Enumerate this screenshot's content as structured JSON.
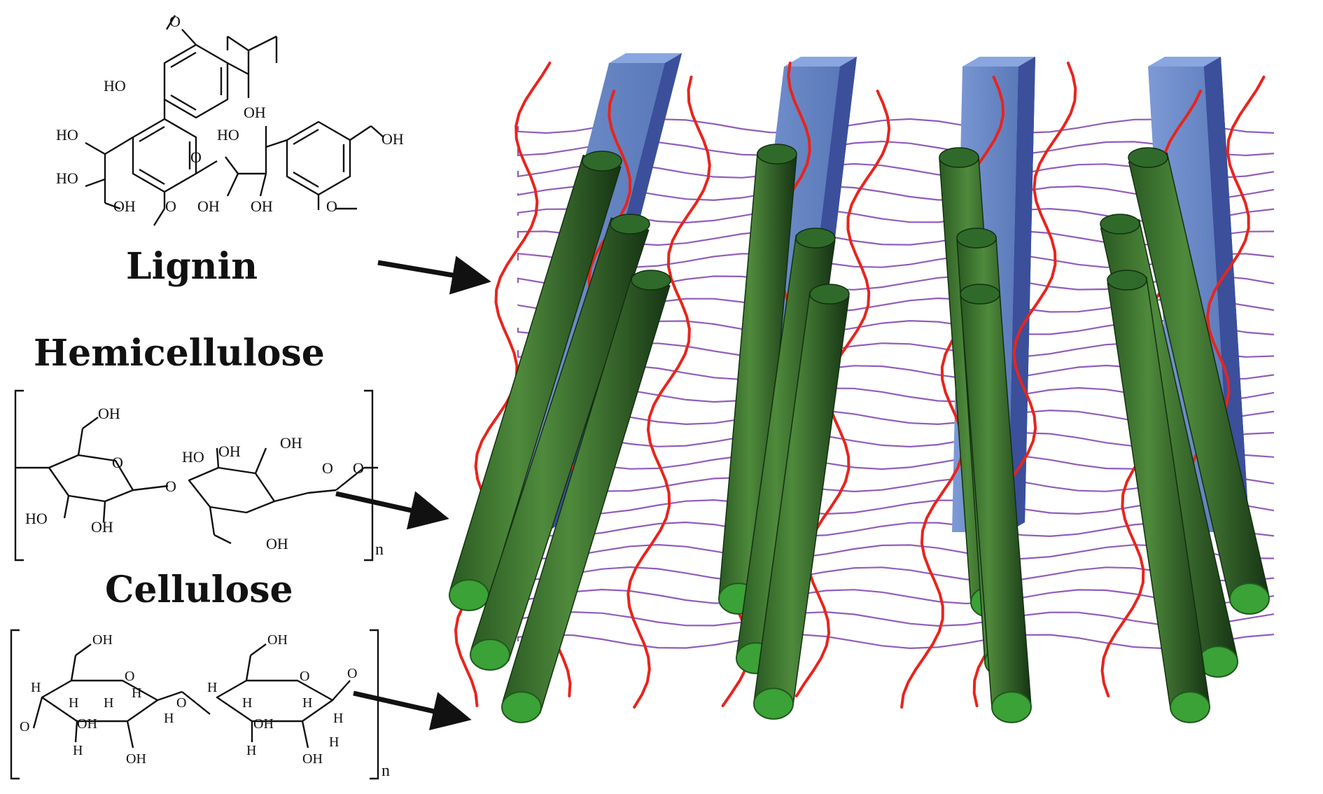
{
  "labels": {
    "lignin": "Lignin",
    "hemicellulose": "Hemicellulose",
    "cellulose": "Cellulose"
  },
  "lignin_structure": {
    "atoms": [
      "O",
      "HO",
      "OH",
      "HO",
      "O",
      "HO",
      "OH",
      "HO",
      "OH",
      "OH",
      "O",
      "O",
      "OH"
    ]
  },
  "hemicellulose_structure": {
    "atoms": [
      "OH",
      "O",
      "HO",
      "OH",
      "O",
      "O",
      "O",
      "HO",
      "OH",
      "OH",
      "OH"
    ],
    "repeat": "n"
  },
  "cellulose_structure": {
    "atoms": [
      "OH",
      "O",
      "OH",
      "O",
      "O",
      "O",
      "O",
      "H",
      "H",
      "H",
      "H",
      "H",
      "H",
      "H",
      "H",
      "H",
      "H",
      "H",
      "H",
      "OH",
      "OH",
      "OH",
      "OH"
    ],
    "repeat": "n"
  },
  "colors": {
    "lignin_strand": "#e8241c",
    "hemicellulose_strand": "#7e3fb0",
    "cellulose_fibril": "#2f6a2a",
    "cellulose_end": "#3aa236",
    "microfibril_bundle": "#5a79b8"
  }
}
